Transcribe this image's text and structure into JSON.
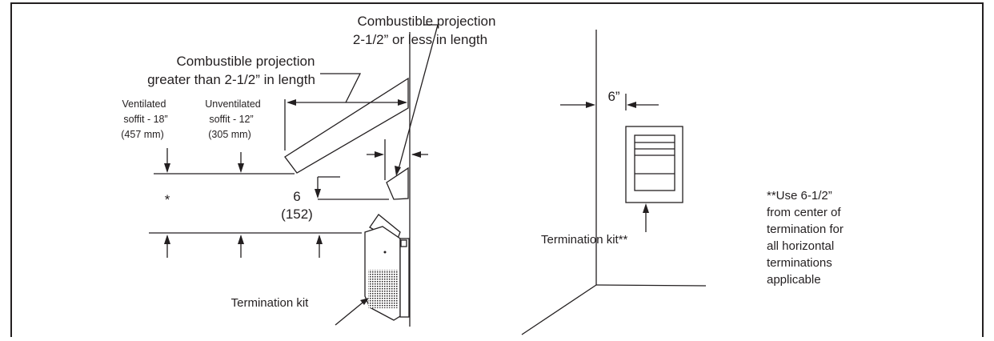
{
  "labels": {
    "combustible_short_line1": "Combustible projection",
    "combustible_short_line2": "2-1/2” or less in length",
    "combustible_long_line1": "Combustible projection",
    "combustible_long_line2": "greater than 2-1/2” in length",
    "ventilated_line1": "Ventilated",
    "ventilated_line2": "soffit - 18”",
    "ventilated_line3": "(457 mm)",
    "unventilated_line1": "Unventilated",
    "unventilated_line2": "soffit - 12”",
    "unventilated_line3": "(305 mm)",
    "asterisk": "*",
    "dim_six": "6",
    "dim_six_mm": "(152)",
    "termination_kit_left": "Termination kit",
    "six_inch": "6”",
    "termination_kit_right": "Termination kit**",
    "note_line1": "**Use 6-1/2”",
    "note_line2": "from center of",
    "note_line3": "termination for",
    "note_line4": "all horizontal",
    "note_line5": "terminations",
    "note_line6": "applicable"
  }
}
